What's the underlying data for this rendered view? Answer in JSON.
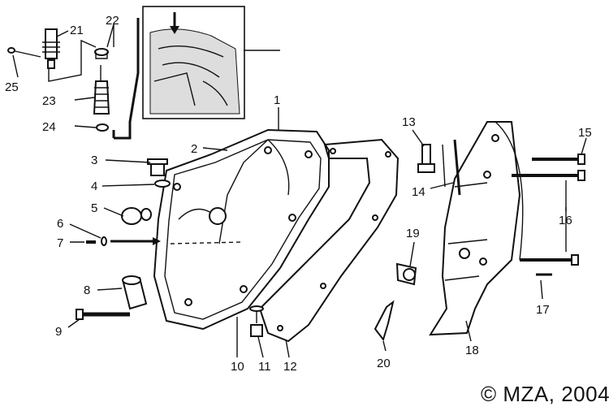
{
  "copyright": "© MZA, 2004",
  "callouts": [
    {
      "id": "c1",
      "label": "1"
    },
    {
      "id": "c2",
      "label": "2"
    },
    {
      "id": "c3",
      "label": "3"
    },
    {
      "id": "c4",
      "label": "4"
    },
    {
      "id": "c5",
      "label": "5"
    },
    {
      "id": "c6",
      "label": "6"
    },
    {
      "id": "c7",
      "label": "7"
    },
    {
      "id": "c8",
      "label": "8"
    },
    {
      "id": "c9",
      "label": "9"
    },
    {
      "id": "c10",
      "label": "10"
    },
    {
      "id": "c11",
      "label": "11"
    },
    {
      "id": "c12",
      "label": "12"
    },
    {
      "id": "c13",
      "label": "13"
    },
    {
      "id": "c14",
      "label": "14"
    },
    {
      "id": "c15",
      "label": "15"
    },
    {
      "id": "c16",
      "label": "16"
    },
    {
      "id": "c17",
      "label": "17"
    },
    {
      "id": "c18",
      "label": "18"
    },
    {
      "id": "c19",
      "label": "19"
    },
    {
      "id": "c20",
      "label": "20"
    },
    {
      "id": "c21",
      "label": "21"
    },
    {
      "id": "c22",
      "label": "22"
    },
    {
      "id": "c23",
      "label": "23"
    },
    {
      "id": "c24",
      "label": "24"
    },
    {
      "id": "c25",
      "label": "25"
    }
  ]
}
